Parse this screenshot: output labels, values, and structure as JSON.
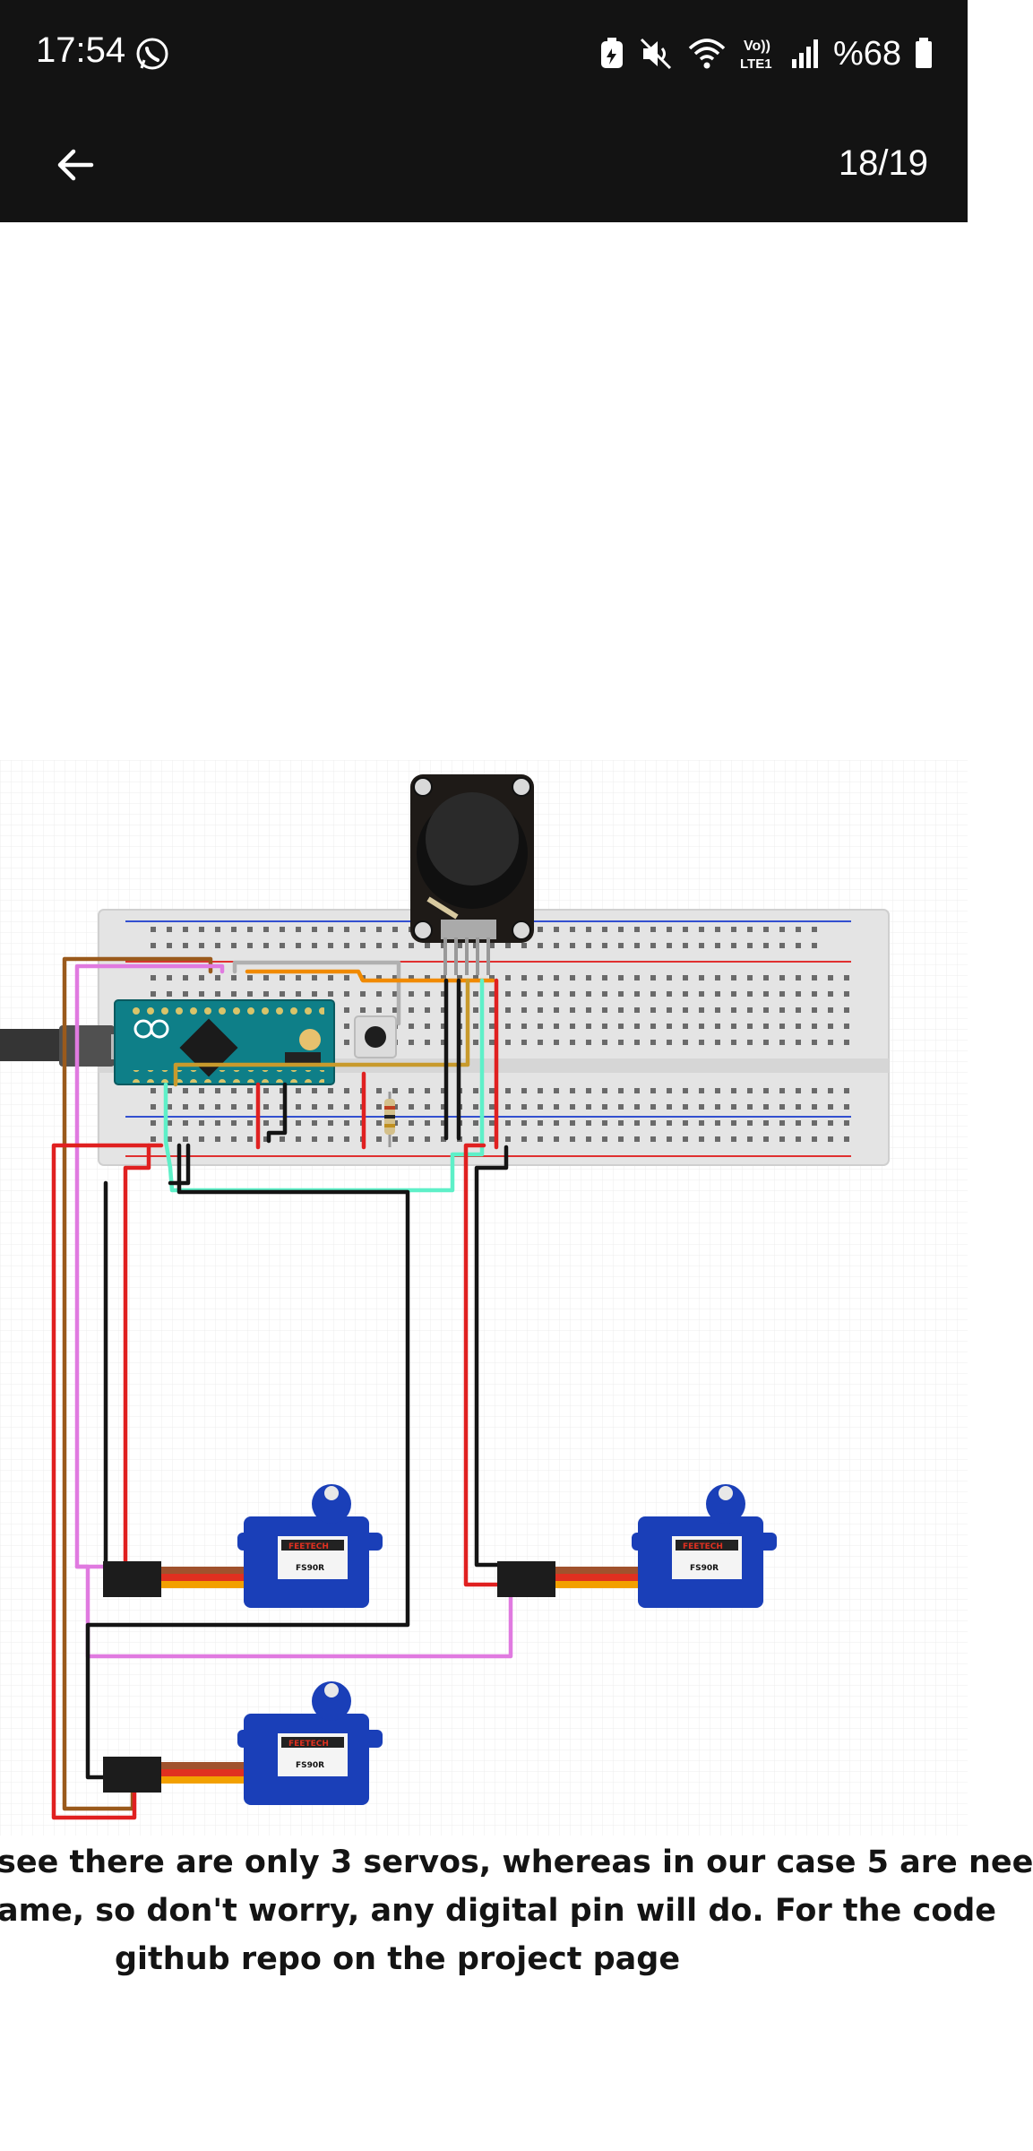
{
  "status_bar": {
    "time": "17:54",
    "battery": "%68",
    "icons": [
      "whatsapp-icon",
      "battery-saver-icon",
      "mute-icon",
      "wifi-icon",
      "volte-icon",
      "signal-icon",
      "battery-icon"
    ]
  },
  "toolbar": {
    "page_counter": "18/19"
  },
  "caption": {
    "line1": "see there are only 3 servos, whereas in our case 5 are nee",
    "line2": "ame, so don't worry, any digital pin will do. For the code",
    "line3": "github repo on the project page"
  },
  "diagram": {
    "servo_brand": "FEETECH",
    "servo_model": "FS90R",
    "servo_count_shown": 3
  },
  "colors": {
    "bar_bg": "#131313",
    "servo_blue": "#1a3fb8",
    "wire_red": "#e02020",
    "wire_black": "#141414",
    "wire_pink": "#e07ae0",
    "wire_brown": "#9a5a1c",
    "wire_orange": "#f08a00",
    "wire_cyan": "#5ef0c8",
    "wire_gray": "#b0b0b0"
  }
}
